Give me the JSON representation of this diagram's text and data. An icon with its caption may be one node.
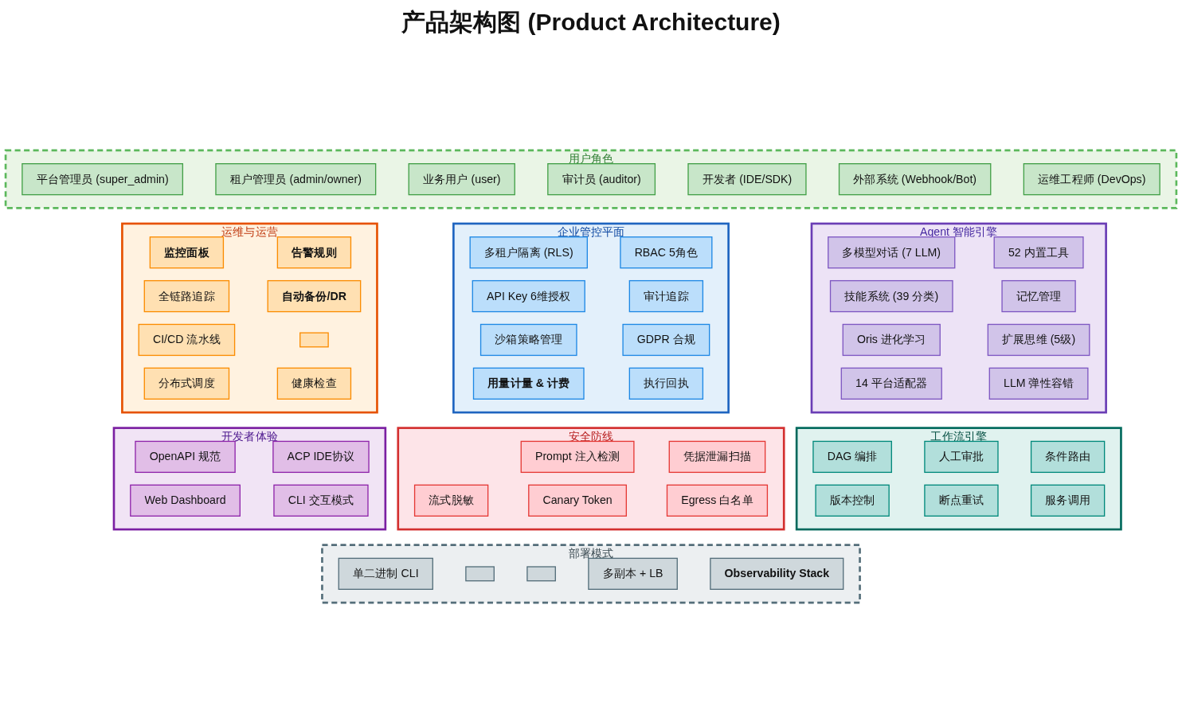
{
  "diagram": {
    "title": "产品架构图 (Product Architecture)",
    "nodes": [
      {
        "text": [
          "用户角色"
        ]
      },
      {
        "text": [
          "平台管理员 (super_admin)"
        ],
        "in": 0
      },
      {
        "text": [
          "租户管理员 (admin/owner)"
        ],
        "in": 0
      },
      {
        "text": [
          "业务用户 (user)"
        ],
        "in": 0
      },
      {
        "text": [
          "审计员 (auditor)"
        ],
        "in": 0
      },
      {
        "text": [
          "开发者 (IDE/SDK)"
        ],
        "in": 0
      },
      {
        "text": [
          "外部系统 (Webhook/Bot)"
        ],
        "in": 0
      },
      {
        "text": [
          "运维工程师 (DevOps)"
        ],
        "in": 0
      },
      {
        "text": [
          "Agent 智能引擎"
        ]
      },
      {
        "text": [
          "多模型对话 (7 LLM)"
        ],
        "in": 8
      },
      {
        "text": [
          "52 内置工具"
        ],
        "in": 8
      },
      {
        "text": [
          "技能系统 (39 分类)"
        ],
        "in": 8
      },
      {
        "text": [
          "记忆管理"
        ],
        "in": 8
      },
      {
        "text": [
          "Oris 进化学习"
        ],
        "in": 8
      },
      {
        "text": [
          "扩展思维 (5级)"
        ],
        "in": 8
      },
      {
        "text": [
          "14 平台适配器"
        ],
        "in": 8
      },
      {
        "text": [
          "LLM 弹性容错"
        ],
        "in": 8
      },
      {
        "text": [
          "企业管控平面"
        ]
      },
      {
        "text": [
          "多租户隔离 (RLS)"
        ],
        "in": 17
      },
      {
        "text": [
          "RBAC 5角色"
        ],
        "in": 17
      },
      {
        "text": [
          "API Key 6维授权"
        ],
        "in": 17
      },
      {
        "text": [
          "审计追踪"
        ],
        "in": 17
      },
      {
        "text": [
          "沙箱策略管理"
        ],
        "in": 17
      },
      {
        "text": [
          "GDPR 合规"
        ],
        "in": 17
      },
      {
        "text": [
          "用量计量 & 计费"
        ],
        "in": 17
      },
      {
        "text": [
          "执行回执"
        ],
        "in": 17
      },
      {
        "text": [
          "运维与运营"
        ]
      },
      {
        "text": [
          "监控面板"
        ],
        "in": 26
      },
      {
        "text": [
          "告警规则"
        ],
        "in": 26
      },
      {
        "text": [
          "全链路追踪"
        ],
        "in": 26
      },
      {
        "text": [
          "自动备份/DR"
        ],
        "in": 26
      },
      {
        "text": [
          "CI/CD 流水线"
        ],
        "in": 26
      },
      {
        "text": [],
        "shape": "box",
        "in": 26
      },
      {
        "text": [
          "分布式调度"
        ],
        "in": 26
      },
      {
        "text": [
          "健康检查"
        ],
        "in": 26
      },
      {
        "text": [
          "工作流引擎"
        ]
      },
      {
        "text": [
          "DAG 编排"
        ],
        "in": 35
      },
      {
        "text": [
          "人工审批"
        ],
        "in": 35
      },
      {
        "text": [
          "条件路由"
        ],
        "in": 35
      },
      {
        "text": [
          "版本控制"
        ],
        "in": 35
      },
      {
        "text": [
          "断点重试"
        ],
        "in": 35
      },
      {
        "text": [
          "服务调用"
        ],
        "in": 35
      },
      {
        "text": [
          "安全防线"
        ]
      },
      {
        "text": [
          "Prompt 注入检测"
        ],
        "in": 42
      },
      {
        "text": [
          "凭据泄漏扫描"
        ],
        "in": 42
      },
      {
        "text": [
          "流式脱敏"
        ],
        "in": 42
      },
      {
        "text": [
          "Canary Token"
        ],
        "in": 42
      },
      {
        "text": [
          "Egress 白名单"
        ],
        "in": 42
      },
      {
        "text": [
          "开发者体验"
        ]
      },
      {
        "text": [
          "OpenAPI 规范"
        ],
        "in": 48
      },
      {
        "text": [
          "ACP IDE协议"
        ],
        "in": 48
      },
      {
        "text": [
          "Web Dashboard"
        ],
        "in": 48
      },
      {
        "text": [
          "CLI 交互模式"
        ],
        "in": 48
      },
      {
        "text": [
          "部署模式"
        ]
      },
      {
        "text": [
          "单二进制 CLI"
        ],
        "in": 53
      },
      {
        "text": [],
        "shape": "box",
        "in": 53
      },
      {
        "text": [],
        "shape": "box",
        "in": 53
      },
      {
        "text": [
          "多副本 + LB"
        ],
        "in": 53
      },
      {
        "text": [
          "Observability Stack"
        ],
        "in": 53
      }
    ],
    "edges": []
  }
}
